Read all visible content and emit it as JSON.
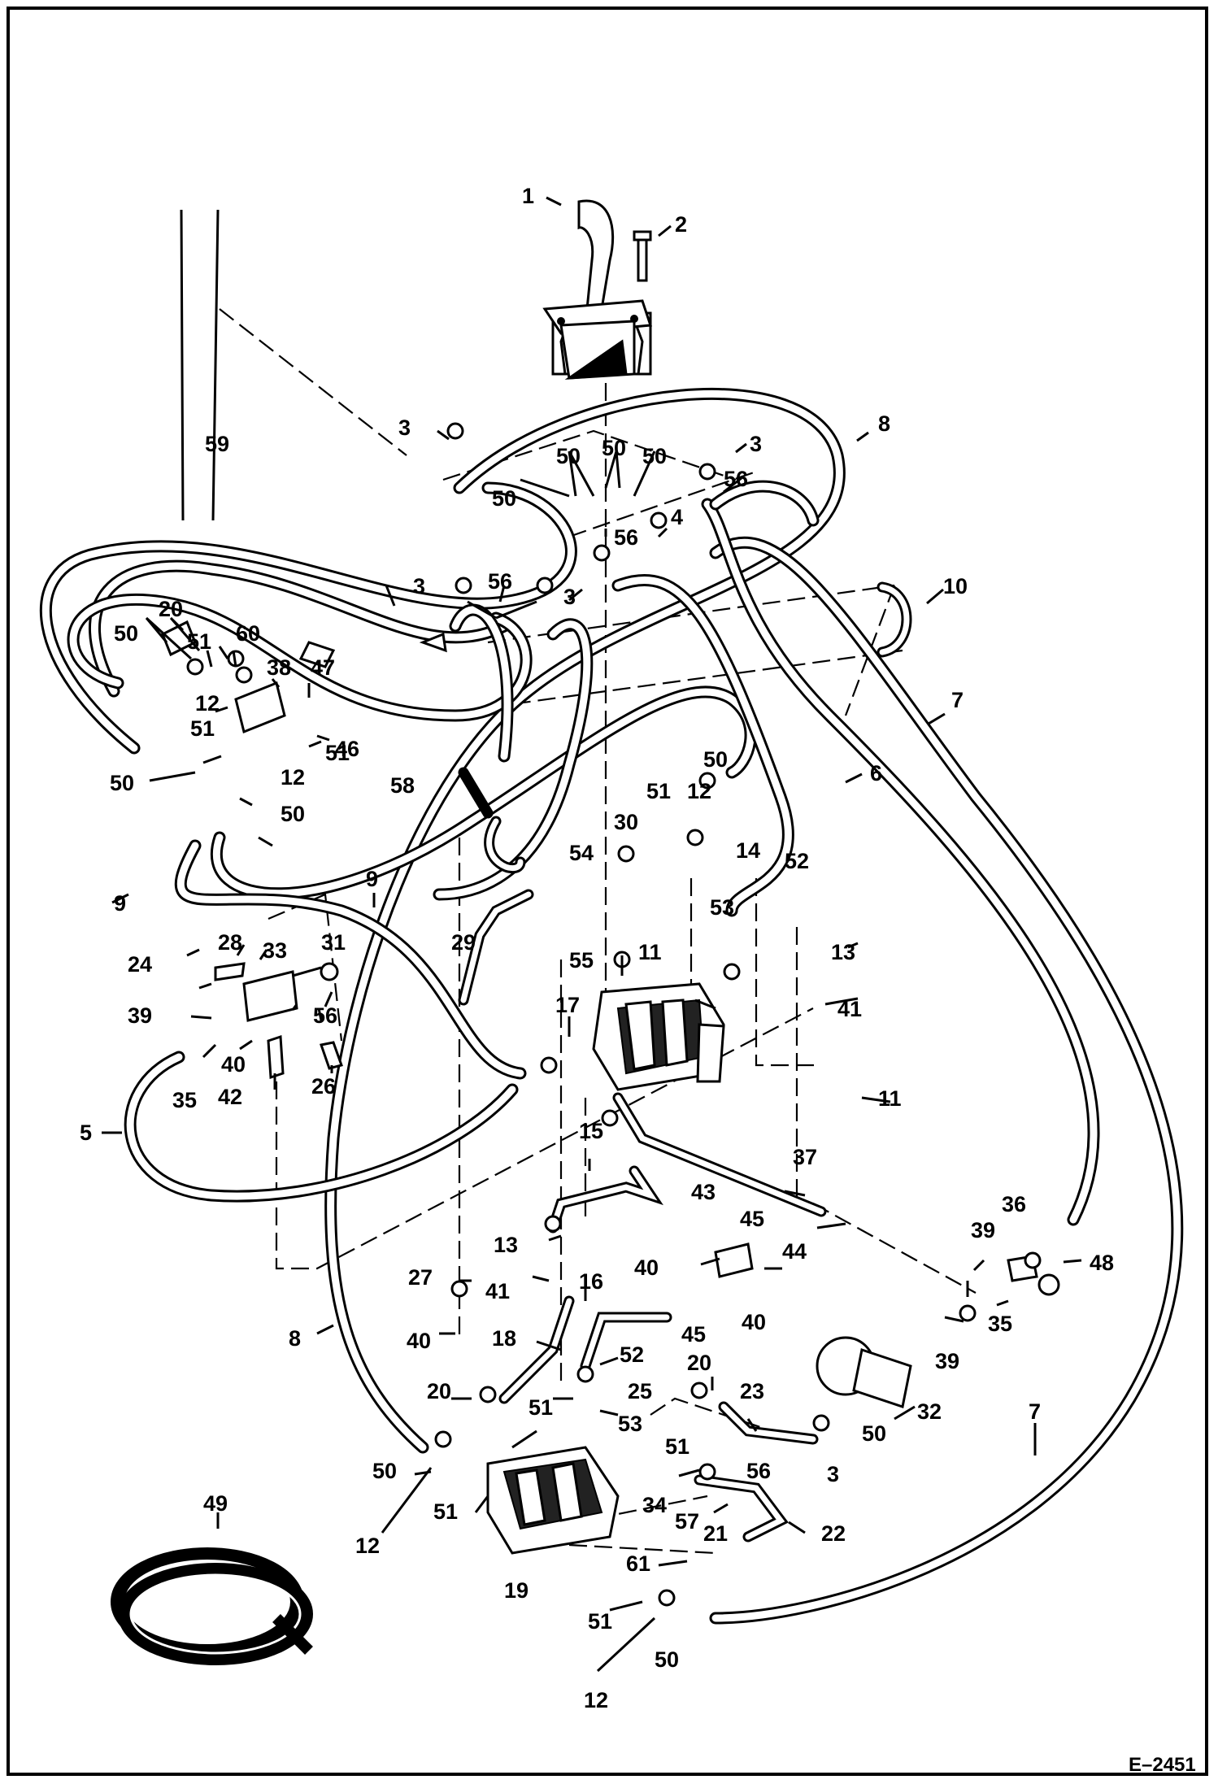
{
  "figure_code": "E–2451",
  "callouts": [
    "1",
    "2",
    "3",
    "3",
    "3",
    "3",
    "3",
    "4",
    "5",
    "6",
    "7",
    "7",
    "8",
    "8",
    "9",
    "9",
    "10",
    "11",
    "11",
    "12",
    "12",
    "12",
    "12",
    "12",
    "13",
    "13",
    "14",
    "15",
    "16",
    "17",
    "18",
    "19",
    "20",
    "20",
    "20",
    "21",
    "22",
    "23",
    "24",
    "25",
    "26",
    "27",
    "28",
    "29",
    "30",
    "31",
    "32",
    "33",
    "34",
    "35",
    "35",
    "36",
    "37",
    "38",
    "39",
    "39",
    "39",
    "40",
    "40",
    "40",
    "40",
    "41",
    "41",
    "42",
    "43",
    "44",
    "45",
    "45",
    "46",
    "47",
    "48",
    "49",
    "50",
    "50",
    "50",
    "50",
    "50",
    "50",
    "50",
    "50",
    "50",
    "50",
    "50",
    "51",
    "51",
    "51",
    "51",
    "51",
    "51",
    "51",
    "51",
    "52",
    "52",
    "53",
    "53",
    "54",
    "55",
    "56",
    "56",
    "56",
    "56",
    "56",
    "57",
    "58",
    "59",
    "60",
    "61"
  ]
}
